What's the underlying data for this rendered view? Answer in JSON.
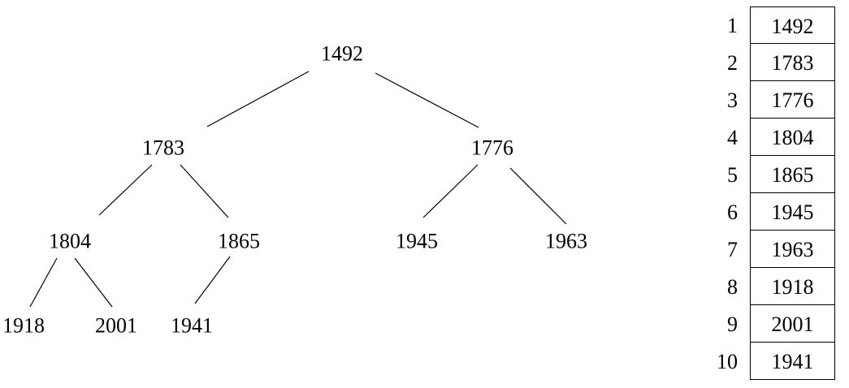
{
  "tree": {
    "nodes": [
      {
        "id": "n1",
        "label": "1492"
      },
      {
        "id": "n2",
        "label": "1783"
      },
      {
        "id": "n3",
        "label": "1776"
      },
      {
        "id": "n4",
        "label": "1804"
      },
      {
        "id": "n5",
        "label": "1865"
      },
      {
        "id": "n6",
        "label": "1945"
      },
      {
        "id": "n7",
        "label": "1963"
      },
      {
        "id": "n8",
        "label": "1918"
      },
      {
        "id": "n9",
        "label": "2001"
      },
      {
        "id": "n10",
        "label": "1941"
      }
    ],
    "edges": [
      [
        "n1",
        "n2"
      ],
      [
        "n1",
        "n3"
      ],
      [
        "n2",
        "n4"
      ],
      [
        "n2",
        "n5"
      ],
      [
        "n3",
        "n6"
      ],
      [
        "n3",
        "n7"
      ],
      [
        "n4",
        "n8"
      ],
      [
        "n4",
        "n9"
      ],
      [
        "n5",
        "n10"
      ]
    ]
  },
  "array": {
    "rows": [
      {
        "index": "1",
        "value": "1492"
      },
      {
        "index": "2",
        "value": "1783"
      },
      {
        "index": "3",
        "value": "1776"
      },
      {
        "index": "4",
        "value": "1804"
      },
      {
        "index": "5",
        "value": "1865"
      },
      {
        "index": "6",
        "value": "1945"
      },
      {
        "index": "7",
        "value": "1963"
      },
      {
        "index": "8",
        "value": "1918"
      },
      {
        "index": "9",
        "value": "2001"
      },
      {
        "index": "10",
        "value": "1941"
      }
    ]
  }
}
